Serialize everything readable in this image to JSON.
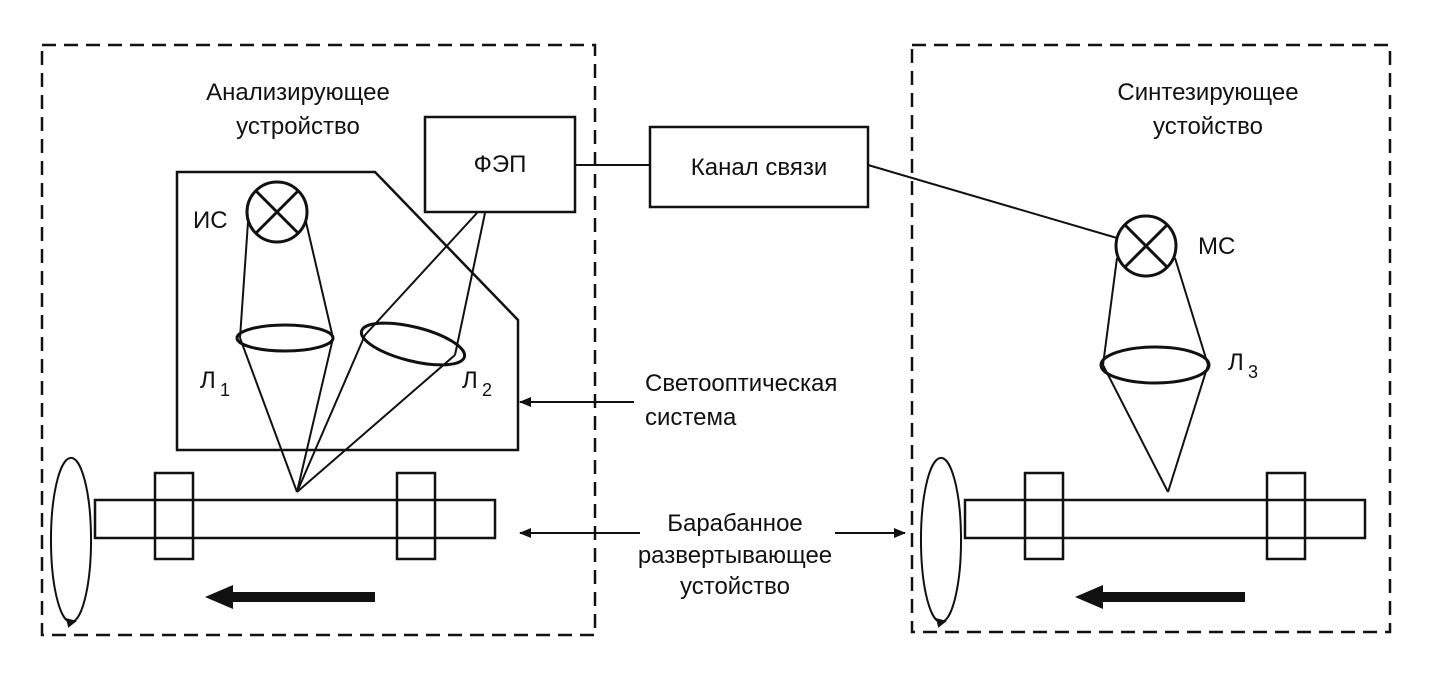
{
  "analyzer": {
    "title_line1": "Анализирующее",
    "title_line2": "устройство",
    "pmt": "ФЭП",
    "source": "ИС",
    "lens1": {
      "main": "Л",
      "sub": "1"
    },
    "lens2": {
      "main": "Л",
      "sub": "2"
    }
  },
  "channel": "Канал связи",
  "synthesizer": {
    "title_line1": "Синтезирующее",
    "title_line2": "устойство",
    "modulated_source": "МС",
    "lens3": {
      "main": "Л",
      "sub": "3"
    }
  },
  "labels": {
    "optics_line1": "Светооптическая",
    "optics_line2": "система",
    "drum_line1": "Барабанное",
    "drum_line2": "развертывающее",
    "drum_line3": "устойство"
  }
}
